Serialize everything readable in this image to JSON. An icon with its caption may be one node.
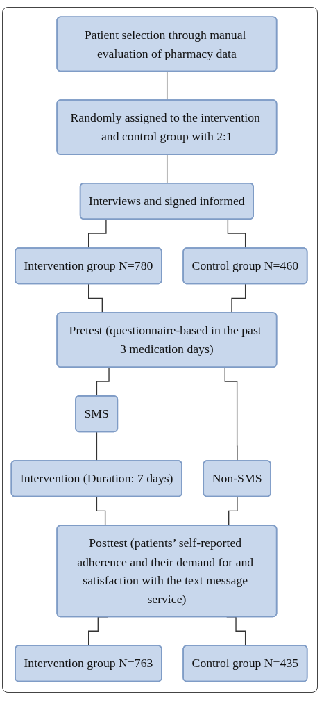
{
  "diagram": {
    "nodes": [
      {
        "text": [
          "Patient selection through manual evaluation of pharmacy data"
        ]
      },
      {
        "text": [
          "Randomly assigned to the intervention and control group with 2:1"
        ]
      },
      {
        "text": [
          "Interviews and signed informed"
        ]
      },
      {
        "text": [
          "Intervention group N=780"
        ]
      },
      {
        "text": [
          "Control group N=460"
        ]
      },
      {
        "text": [
          "Pretest (questionnaire-based in the past 3 medication days)"
        ]
      },
      {
        "text": [
          "SMS"
        ]
      },
      {
        "text": [
          "Non-SMS"
        ]
      },
      {
        "text": [
          "Intervention (Duration: 7 days)"
        ]
      },
      {
        "text": [
          "Posttest (patients’ self-reported adherence and their demand for and satisfaction with the text message service)"
        ]
      },
      {
        "text": [
          "Intervention group N=763"
        ]
      },
      {
        "text": [
          "Control group N=435"
        ]
      }
    ],
    "edges": [
      {
        "from": 0,
        "to": 1,
        "arrow": "none"
      },
      {
        "from": 1,
        "to": 2,
        "arrow": "none"
      },
      {
        "from": 2,
        "to": 3,
        "arrow": "none"
      },
      {
        "from": 2,
        "to": 4,
        "arrow": "none"
      },
      {
        "from": 3,
        "to": 5,
        "arrow": "none"
      },
      {
        "from": 4,
        "to": 5,
        "arrow": "none"
      },
      {
        "from": 5,
        "to": 6,
        "arrow": "none"
      },
      {
        "from": 5,
        "to": 7,
        "arrow": "none"
      },
      {
        "from": 6,
        "to": 8,
        "arrow": "none"
      },
      {
        "from": 8,
        "to": 9,
        "arrow": "none"
      },
      {
        "from": 7,
        "to": 9,
        "arrow": "none"
      },
      {
        "from": 9,
        "to": 10,
        "arrow": "none"
      },
      {
        "from": 9,
        "to": 11,
        "arrow": "none"
      }
    ]
  }
}
